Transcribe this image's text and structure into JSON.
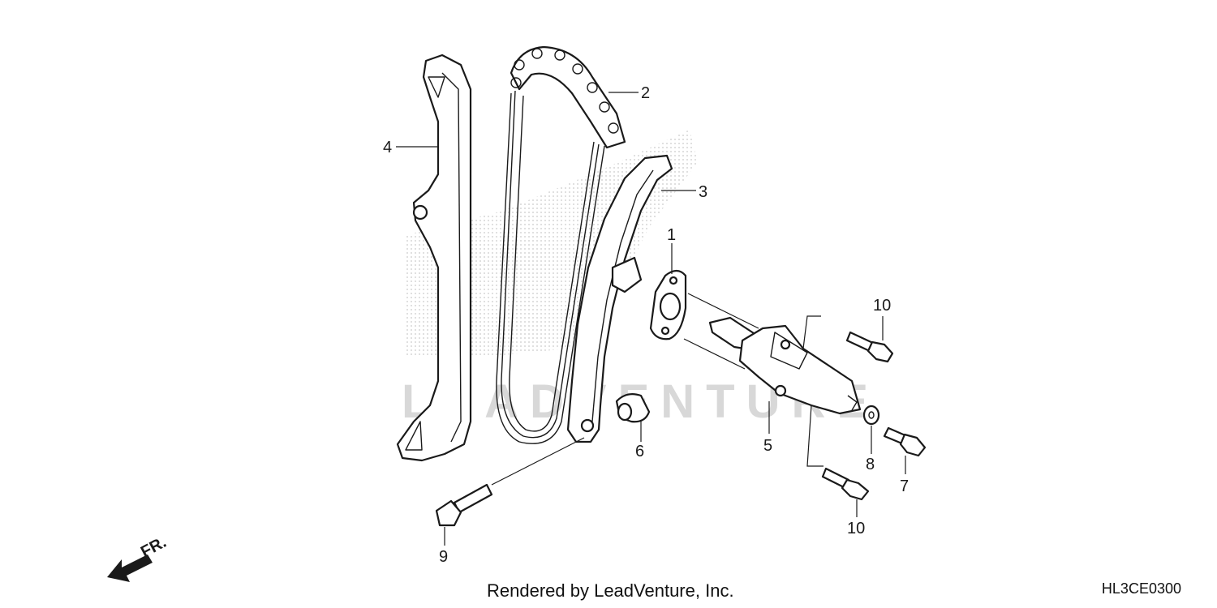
{
  "diagram": {
    "callouts": [
      {
        "id": "1",
        "label": "1"
      },
      {
        "id": "2",
        "label": "2"
      },
      {
        "id": "3",
        "label": "3"
      },
      {
        "id": "4",
        "label": "4"
      },
      {
        "id": "5",
        "label": "5"
      },
      {
        "id": "6",
        "label": "6"
      },
      {
        "id": "7",
        "label": "7"
      },
      {
        "id": "8",
        "label": "8"
      },
      {
        "id": "9",
        "label": "9"
      },
      {
        "id": "10a",
        "label": "10"
      },
      {
        "id": "10b",
        "label": "10"
      }
    ],
    "direction_label": "FR.",
    "watermark": "LEADVENTURE",
    "footer_text": "Rendered by LeadVenture, Inc.",
    "diagram_code": "HL3CE0300"
  },
  "colors": {
    "ink": "#1a1a1a",
    "watermark": "#d8d8d8",
    "background": "#ffffff"
  }
}
